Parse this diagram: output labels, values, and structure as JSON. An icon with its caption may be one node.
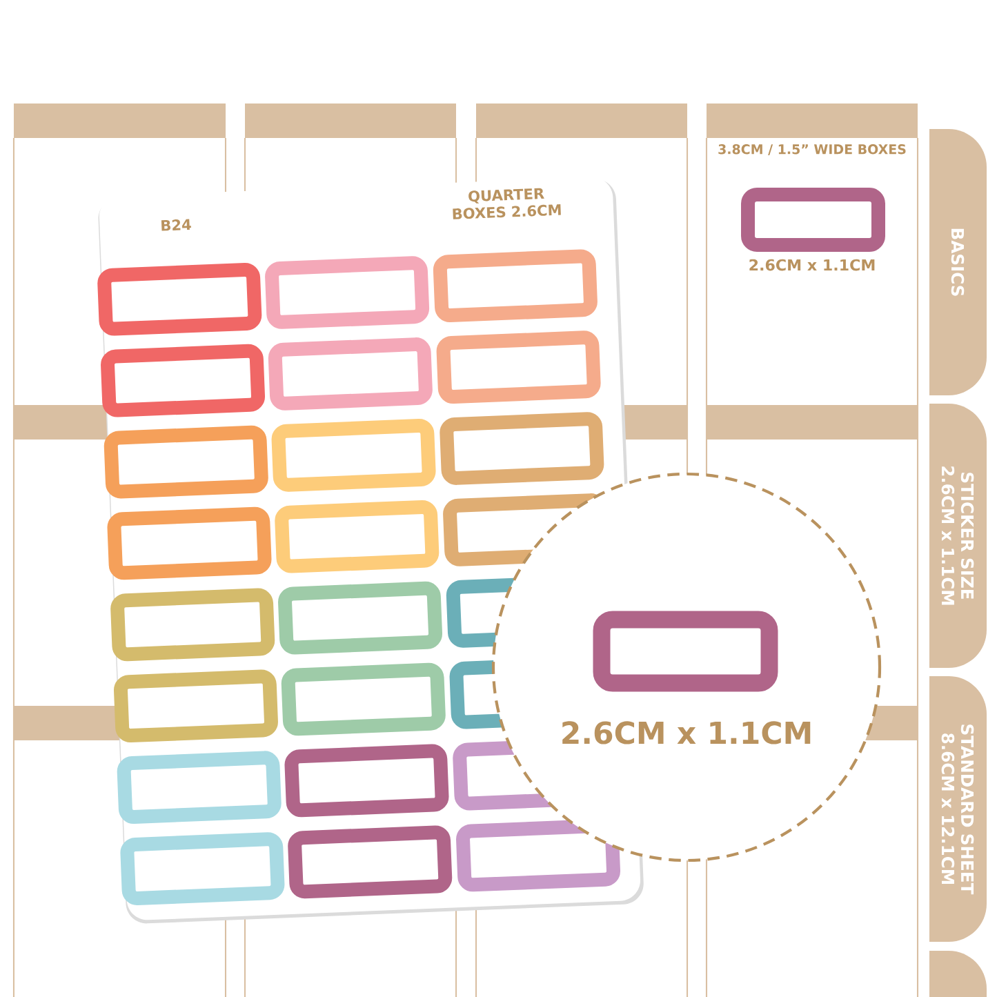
{
  "diagram": {
    "nodes": [
      {
        "text": [
          "B24",
          "QUARTER BOXES 2.6CM"
        ]
      },
      {
        "text": [
          "2.6CM x 1.1CM"
        ]
      },
      {
        "text": [
          "BASICS"
        ]
      },
      {
        "text": [
          "STICKER SIZE 2.6CM x 1.1CM"
        ]
      },
      {
        "text": [
          "STANDARD SHEET 8.6CM x 12.1CM"
        ]
      },
      {
        "text": [],
        "shape": "box"
      }
    ],
    "labels": [
      "3.8CM / 1.5” WIDE BOXES",
      "2.6CM x 1.1CM"
    ]
  }
}
